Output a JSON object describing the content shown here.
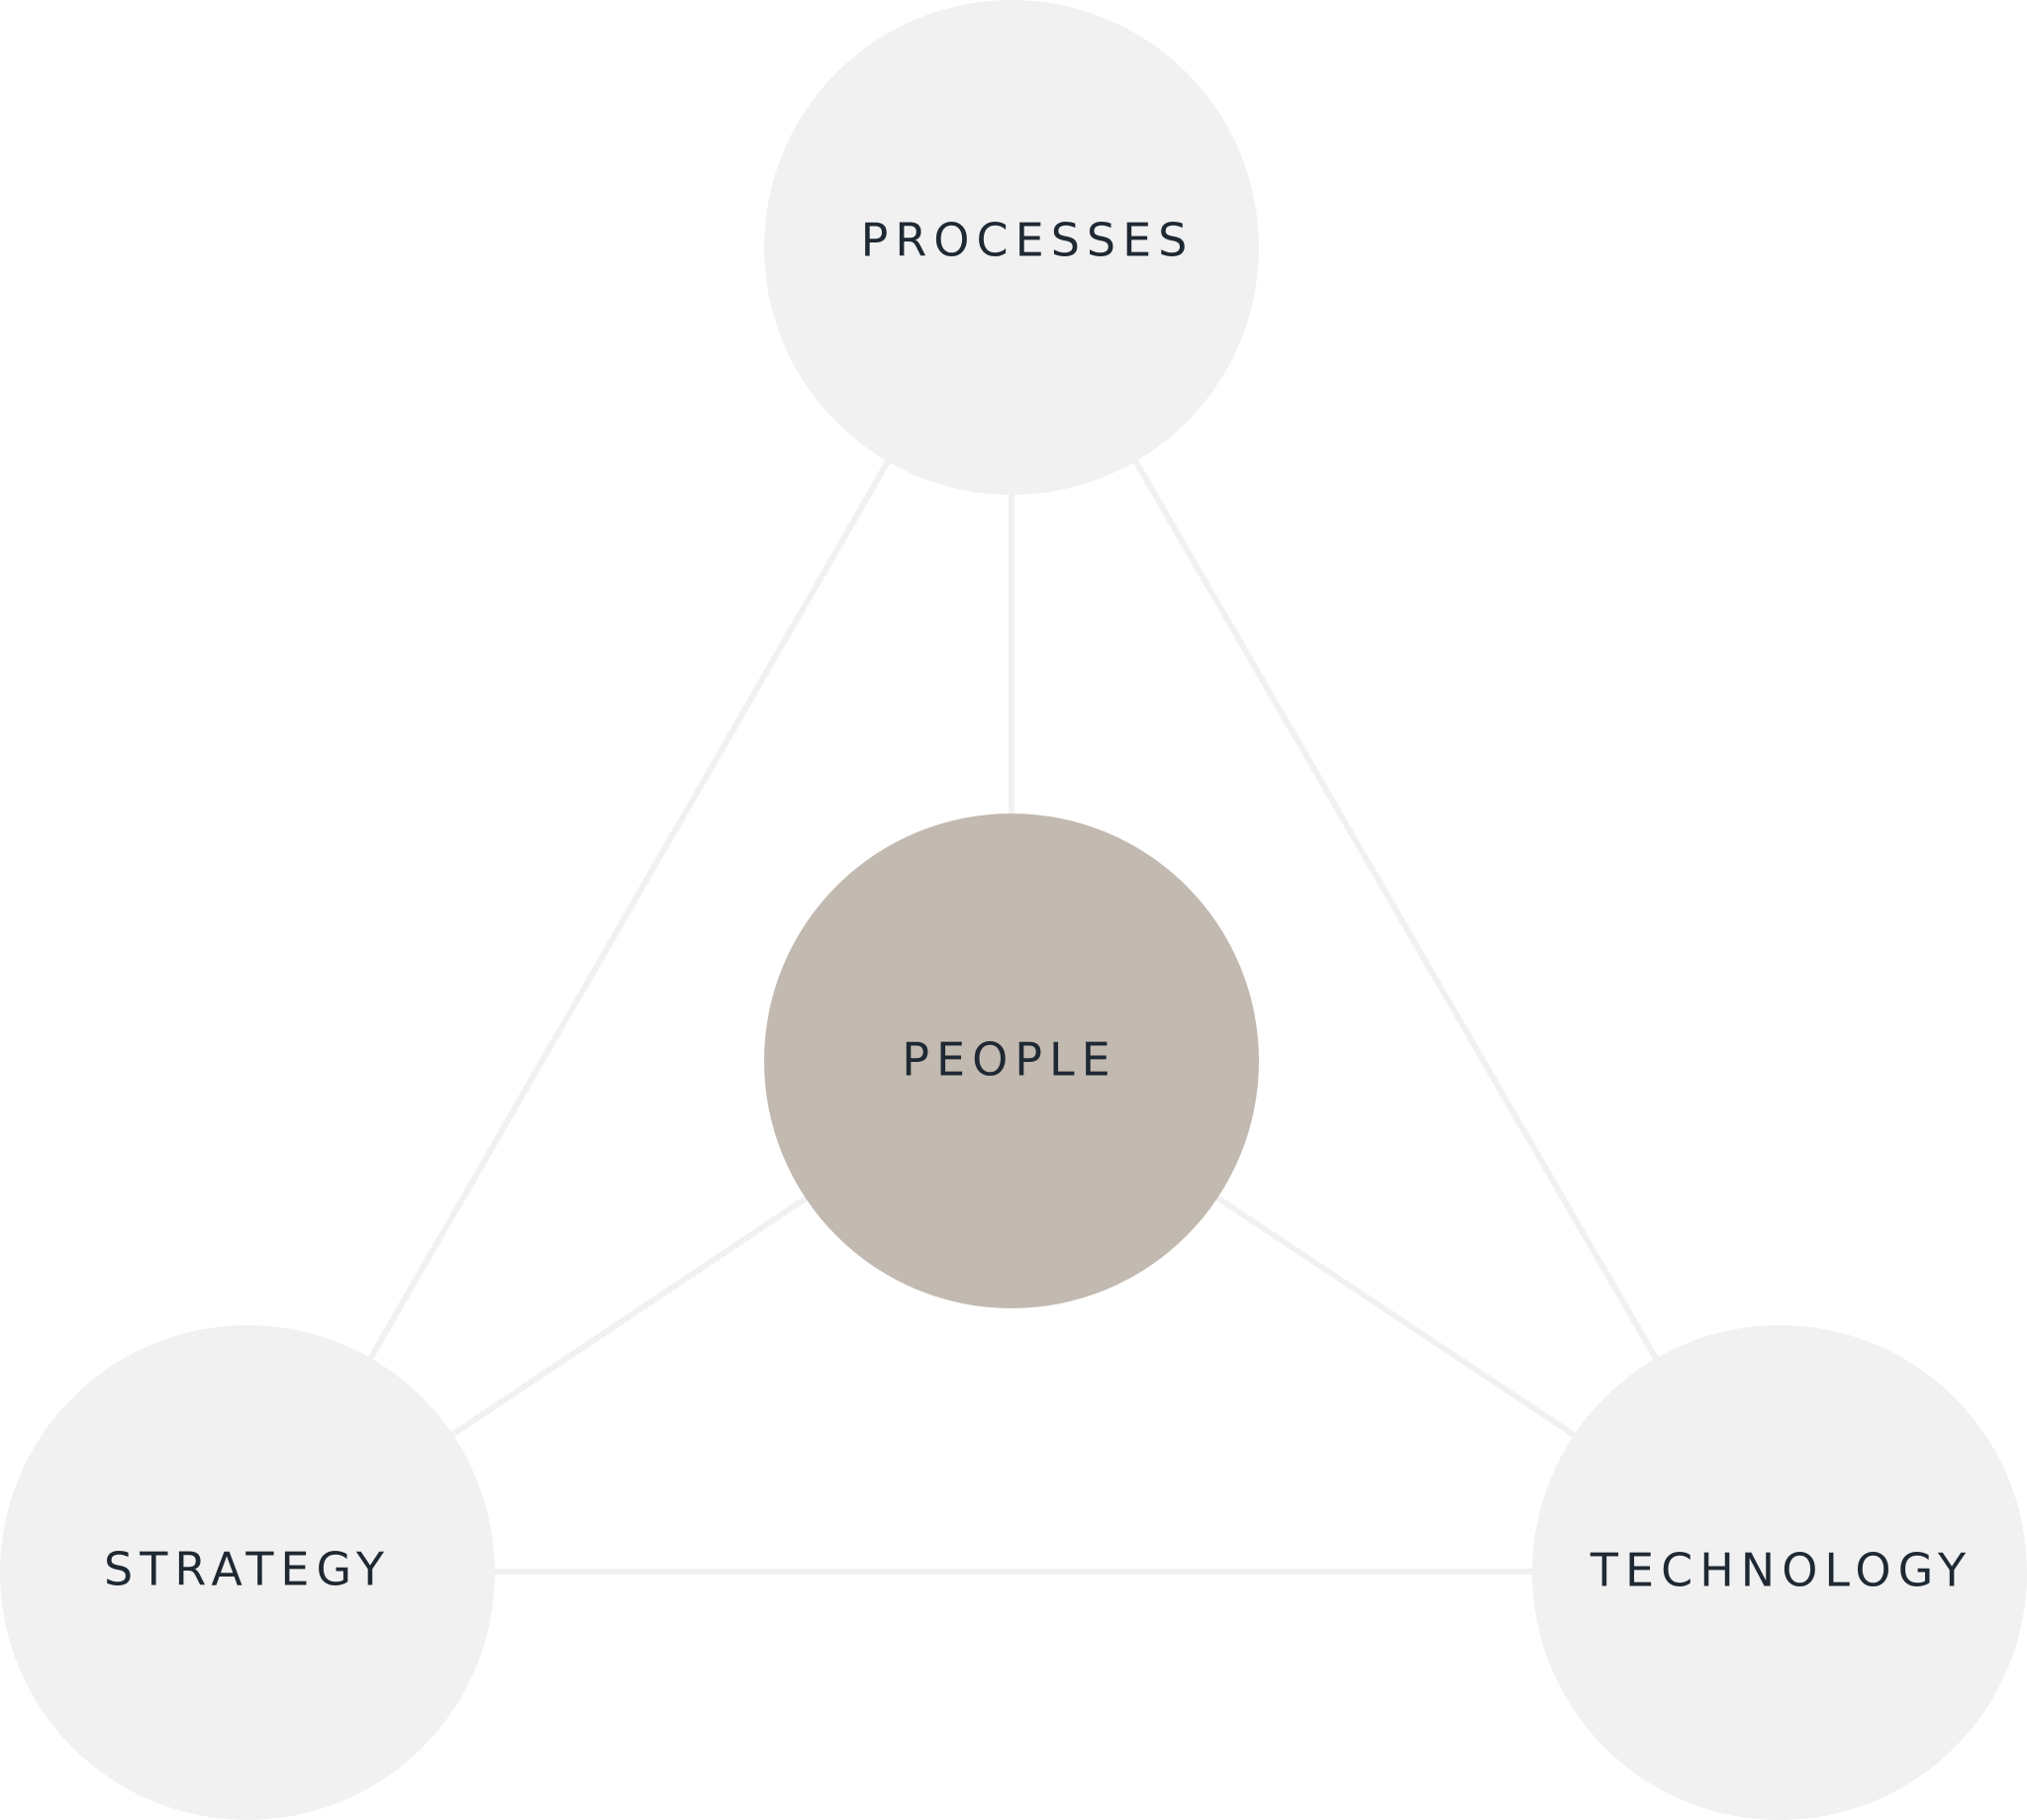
{
  "diagram": {
    "colors": {
      "outer_node": "#f1f1f1",
      "center_node": "#c2b9b0",
      "connector": "#f1f1f1",
      "label": "#1f2933",
      "background": "#ffffff"
    },
    "nodes": {
      "processes": {
        "label": "PROCESSES"
      },
      "people": {
        "label": "PEOPLE"
      },
      "strategy": {
        "label": "STRATEGY"
      },
      "technology": {
        "label": "TECHNOLOGY"
      }
    }
  }
}
